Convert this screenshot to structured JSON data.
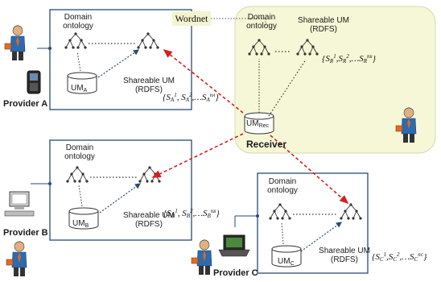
{
  "wordnet_label": "Wordnet",
  "receiver": {
    "title": "Receiver",
    "domain_ontology": "Domain\nontology",
    "shareable_um": "Shareable UM\n(RDFS)",
    "um_main": "UM",
    "um_sub": "Rec",
    "set": {
      "s": "S",
      "sub": "R",
      "n": "n",
      "n_sub": "R"
    }
  },
  "provider_a": {
    "name": "Provider A",
    "domain_ontology": "Domain\nontology",
    "shareable_um": "Shareable UM\n(RDFS)",
    "um_main": "UM",
    "um_sub": "A",
    "set": {
      "s": "S",
      "sub": "A",
      "n": "n",
      "n_sub": "A"
    }
  },
  "provider_b": {
    "name": "Provider B",
    "domain_ontology": "Domain\nontology",
    "shareable_um": "Shareable UM\n(RDFS)",
    "um_main": "UM",
    "um_sub": "B",
    "set": {
      "s": "S",
      "sub": "B",
      "n": "n",
      "n_sub": "B"
    }
  },
  "provider_c": {
    "name": "Provider C",
    "domain_ontology": "Domain\nontology",
    "shareable_um": "Shareable UM\n(RDFS)",
    "um_main": "UM",
    "um_sub": "C",
    "set": {
      "s": "S",
      "sub": "C",
      "n": "n",
      "n_sub": "C"
    }
  },
  "colors": {
    "link_red": "#d42020",
    "box_border": "#2a4a70",
    "receiver_fill": "#f6f7d6",
    "wordnet_fill": "#f3f3cf",
    "person_shirt": "#2d6bb0",
    "person_tie": "#d86a20",
    "case_orange": "#e06a28"
  }
}
